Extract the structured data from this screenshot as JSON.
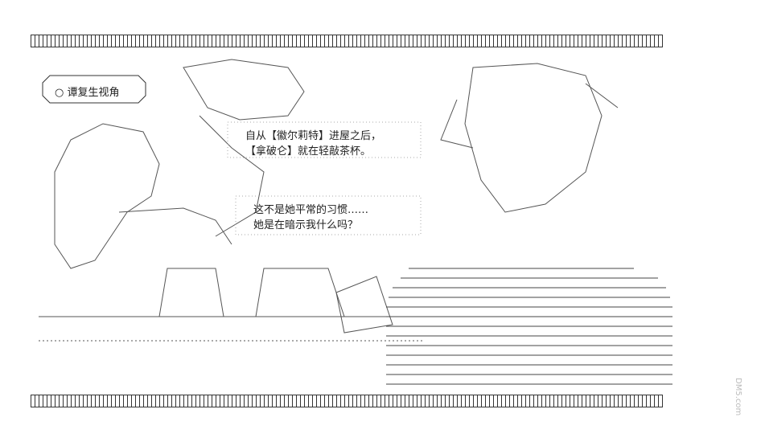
{
  "caption": {
    "label": "○ 谭复生视角"
  },
  "dialog": {
    "first": [
      "自从【徽尔莉特】进屋之后，",
      "【拿破仑】就在轻敲茶杯。"
    ],
    "second": [
      "这不是她平常的习惯……",
      "她是在暗示我什么吗？"
    ]
  },
  "watermark": {
    "text": "DM5.com"
  }
}
